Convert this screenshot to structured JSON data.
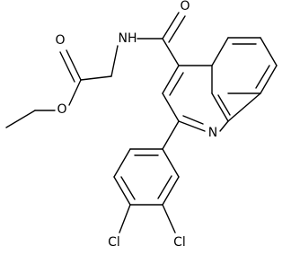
{
  "structure": {
    "atoms": {
      "ester_o_carbonyl": "O",
      "ester_o_ether": "O",
      "amide_o": "O",
      "amide_nh": "NH",
      "ring_n": "N",
      "cl_para": "Cl",
      "cl_meta": "Cl"
    },
    "colors": {
      "bond": "#000000",
      "label": "#000000",
      "background": "#ffffff"
    }
  }
}
